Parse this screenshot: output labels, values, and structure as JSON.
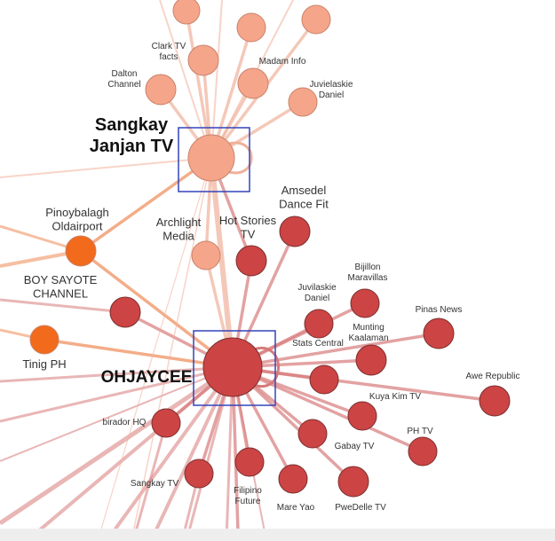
{
  "colors": {
    "hub_red": "#cc4444",
    "node_red": "#cc4444",
    "node_salmon": "#f5a58a",
    "node_orange": "#f26a1b",
    "edge_red": "#d77a7a",
    "edge_salmon": "#f0b19a",
    "edge_orange": "#ee8a55",
    "highlight_box": "#3344bb",
    "node_stroke": "#7a2f2f"
  },
  "graph": {
    "nodes": [
      {
        "id": "ohjaycee",
        "label": "OHJAYCEE",
        "group": "red",
        "hub": true,
        "highlighted": true
      },
      {
        "id": "sangkay_janjan",
        "label": "Sangkay Janjan TV",
        "group": "salmon",
        "hub": true,
        "highlighted": true
      },
      {
        "id": "clark",
        "label": "Clark TV facts",
        "group": "salmon"
      },
      {
        "id": "dalton",
        "label": "Dalton Channel",
        "group": "salmon"
      },
      {
        "id": "madam",
        "label": "Madam Info",
        "group": "salmon"
      },
      {
        "id": "juvielaskie",
        "label": "Juvielaskie Daniel",
        "group": "salmon"
      },
      {
        "id": "top1",
        "label": "",
        "group": "salmon"
      },
      {
        "id": "top2",
        "label": "",
        "group": "salmon"
      },
      {
        "id": "top3",
        "label": "",
        "group": "salmon"
      },
      {
        "id": "archlight",
        "label": "Archlight Media",
        "group": "salmon"
      },
      {
        "id": "pinoybalagh",
        "label": "Pinoybalagh Oldairport",
        "group": "orange"
      },
      {
        "id": "tinig",
        "label": "Tinig PH",
        "group": "orange"
      },
      {
        "id": "boy_sayote",
        "label": "BOY SAYOTE CHANNEL",
        "group": "red"
      },
      {
        "id": "hot_stories",
        "label": "Hot Stories TV",
        "group": "red"
      },
      {
        "id": "amsedel",
        "label": "Amsedel Dance Fit",
        "group": "red"
      },
      {
        "id": "juvilaskie",
        "label": "Juvilaskie Daniel",
        "group": "red"
      },
      {
        "id": "bijillon",
        "label": "Bijillon Maravillas",
        "group": "red"
      },
      {
        "id": "pinas_news",
        "label": "Pinas News",
        "group": "red"
      },
      {
        "id": "stats_central",
        "label": "Stats Central",
        "group": "red"
      },
      {
        "id": "munting",
        "label": "Munting Kaalaman",
        "group": "red"
      },
      {
        "id": "awe_republic",
        "label": "Awe Republic",
        "group": "red"
      },
      {
        "id": "kuya_kim",
        "label": "Kuya Kim TV",
        "group": "red"
      },
      {
        "id": "ph_tv",
        "label": "PH TV",
        "group": "red"
      },
      {
        "id": "gabay",
        "label": "Gabay TV",
        "group": "red"
      },
      {
        "id": "pwedelle",
        "label": "PweDelle TV",
        "group": "red"
      },
      {
        "id": "mare_yao",
        "label": "Mare Yao",
        "group": "red"
      },
      {
        "id": "filipino_future",
        "label": "Filipino Future",
        "group": "red"
      },
      {
        "id": "sangkay_tv",
        "label": "Sangkay TV",
        "group": "red"
      },
      {
        "id": "birador",
        "label": "birador HQ",
        "group": "red"
      },
      {
        "id": "unl1",
        "label": "",
        "group": "red"
      }
    ],
    "edges": [
      [
        "ohjaycee",
        "sangkay_janjan"
      ],
      [
        "ohjaycee",
        "boy_sayote"
      ],
      [
        "ohjaycee",
        "hot_stories"
      ],
      [
        "ohjaycee",
        "amsedel"
      ],
      [
        "ohjaycee",
        "archlight"
      ],
      [
        "ohjaycee",
        "juvilaskie"
      ],
      [
        "ohjaycee",
        "bijillon"
      ],
      [
        "ohjaycee",
        "pinas_news"
      ],
      [
        "ohjaycee",
        "stats_central"
      ],
      [
        "ohjaycee",
        "munting"
      ],
      [
        "ohjaycee",
        "awe_republic"
      ],
      [
        "ohjaycee",
        "kuya_kim"
      ],
      [
        "ohjaycee",
        "ph_tv"
      ],
      [
        "ohjaycee",
        "gabay"
      ],
      [
        "ohjaycee",
        "pwedelle"
      ],
      [
        "ohjaycee",
        "mare_yao"
      ],
      [
        "ohjaycee",
        "filipino_future"
      ],
      [
        "ohjaycee",
        "sangkay_tv"
      ],
      [
        "ohjaycee",
        "birador"
      ],
      [
        "ohjaycee",
        "unl1"
      ],
      [
        "ohjaycee",
        "tinig"
      ],
      [
        "ohjaycee",
        "pinoybalagh"
      ],
      [
        "sangkay_janjan",
        "clark"
      ],
      [
        "sangkay_janjan",
        "dalton"
      ],
      [
        "sangkay_janjan",
        "madam"
      ],
      [
        "sangkay_janjan",
        "juvielaskie"
      ],
      [
        "sangkay_janjan",
        "top1"
      ],
      [
        "sangkay_janjan",
        "top2"
      ],
      [
        "sangkay_janjan",
        "top3"
      ],
      [
        "sangkay_janjan",
        "archlight"
      ],
      [
        "sangkay_janjan",
        "pinoybalagh"
      ],
      [
        "sangkay_janjan",
        "hot_stories"
      ]
    ]
  }
}
